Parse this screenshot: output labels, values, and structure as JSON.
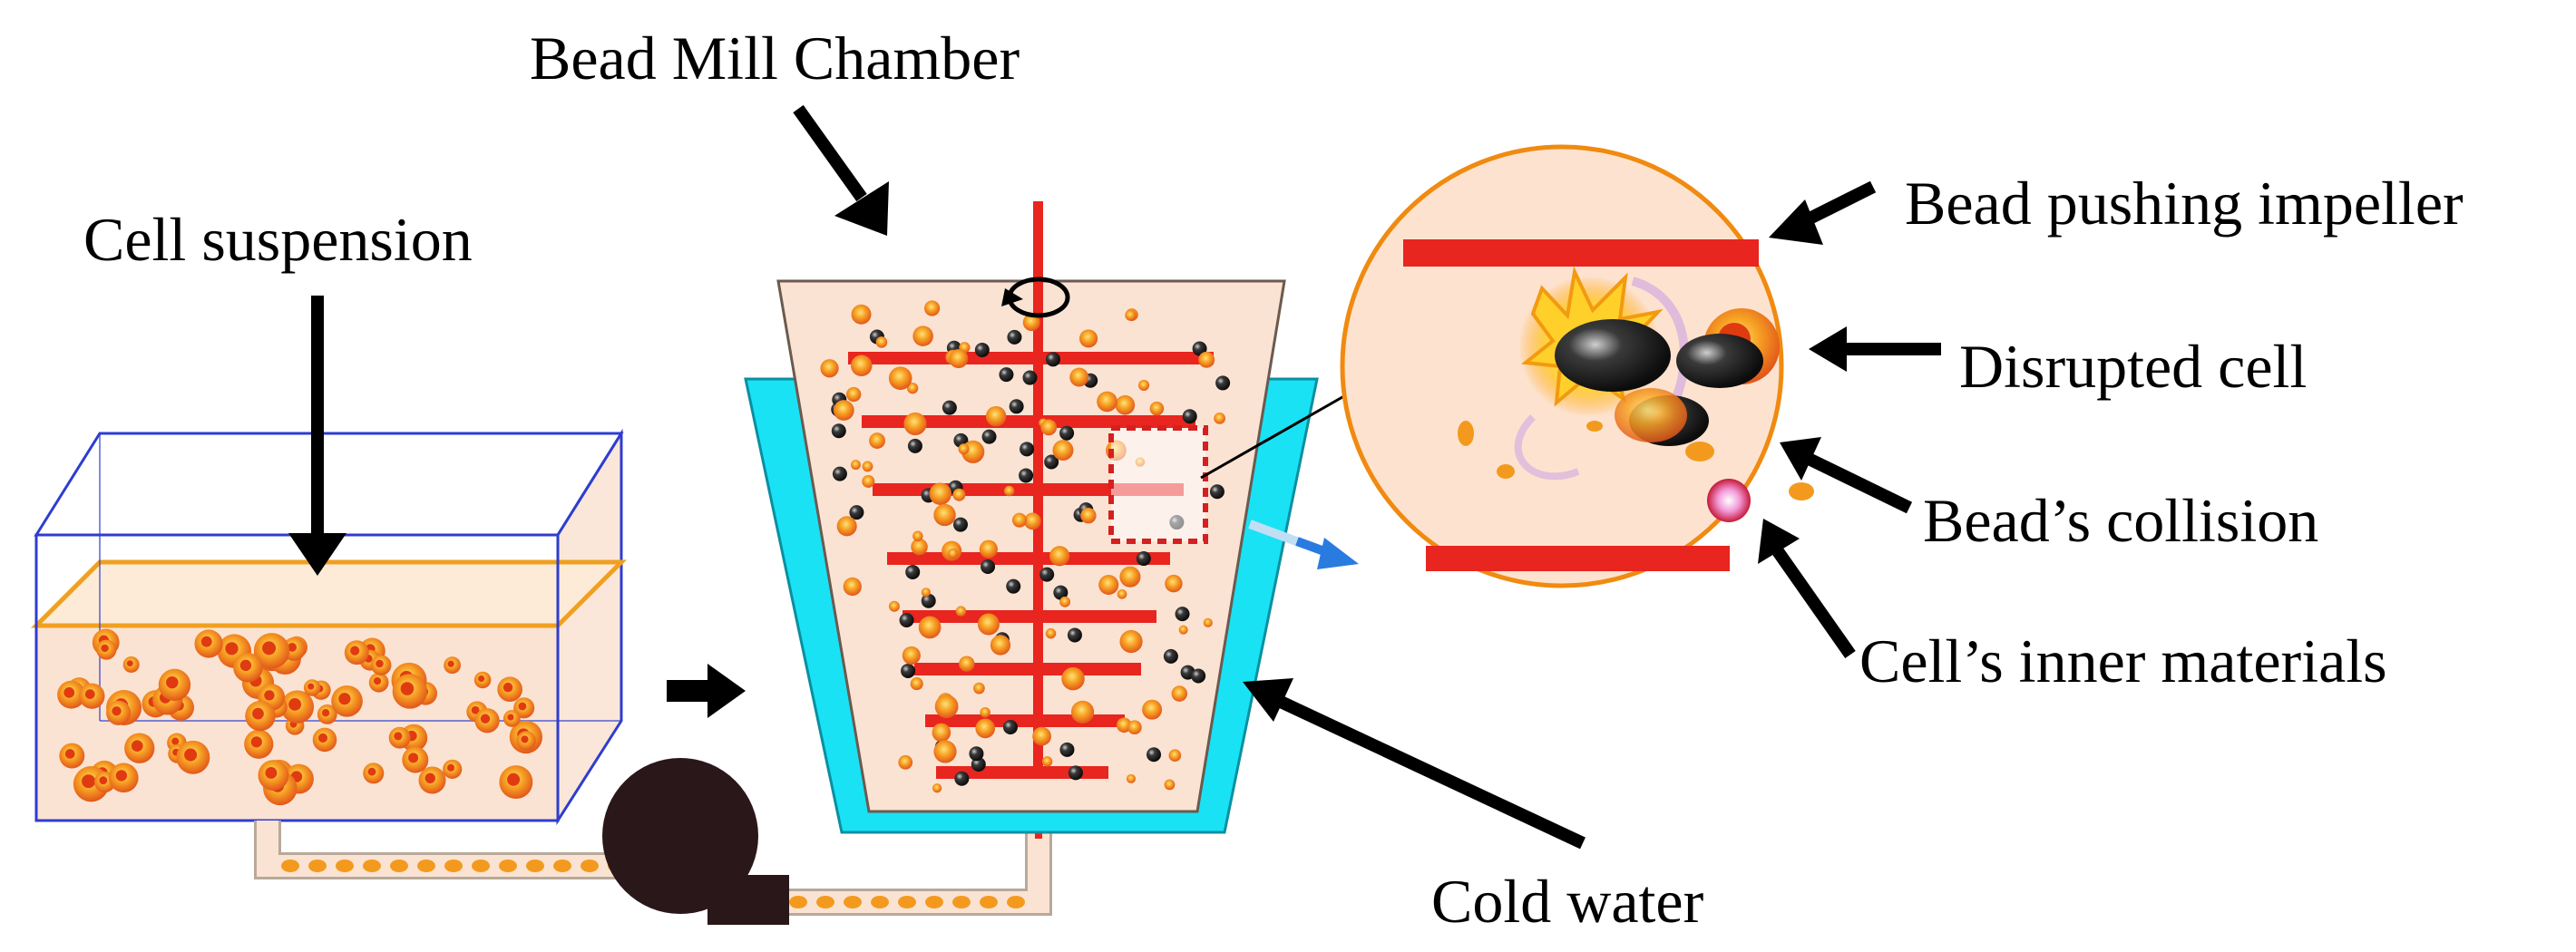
{
  "labels": {
    "bead_mill_chamber": "Bead Mill Chamber",
    "cell_suspension": "Cell suspension",
    "cold_water": "Cold water",
    "bead_pushing_impeller": "Bead pushing impeller",
    "disrupted_cell": "Disrupted cell",
    "beads_collision": "Bead’s collision",
    "cells_inner_materials": "Cell’s inner materials"
  },
  "colors": {
    "impeller_red": "#e8251f",
    "chamber_fill": "#fbe3d3",
    "cold_water_cyan": "#19e2f5",
    "tank_outline_blue": "#2e3dcf",
    "liquid_surface_orange": "#f0a020",
    "cell_orange": "#f39a1e",
    "cell_core": "#e03a10",
    "bead_black": "#1a1a1a",
    "pump_dark": "#2a1719",
    "outlet_arrow_blue": "#2a7be0",
    "zoom_circle_fill": "#fde3cf",
    "zoom_circle_outline": "#f08a10",
    "arrow_black": "#000000"
  },
  "icons": {
    "rotation": "circular-rotation-arrow-icon",
    "flow": "flow-arrow-icon"
  }
}
